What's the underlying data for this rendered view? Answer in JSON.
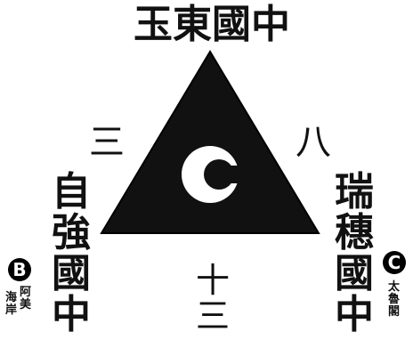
{
  "diagram": {
    "top_school": "玉東國中",
    "left_school": [
      "自",
      "強",
      "國",
      "中"
    ],
    "right_school": [
      "瑞",
      "穗",
      "國",
      "中"
    ],
    "center_letter": "C",
    "edge_left": "三",
    "edge_right": "八",
    "edge_bottom": [
      "十",
      "三"
    ],
    "left_badge": "B",
    "left_badge_caption_col1": [
      "海",
      "岸"
    ],
    "left_badge_caption_col2": [
      "阿",
      "美"
    ],
    "right_badge": "C",
    "right_badge_caption": [
      "太",
      "魯",
      "閣"
    ],
    "colors": {
      "triangle": "#111111",
      "letter": "#ffffff",
      "text": "#111111"
    }
  }
}
